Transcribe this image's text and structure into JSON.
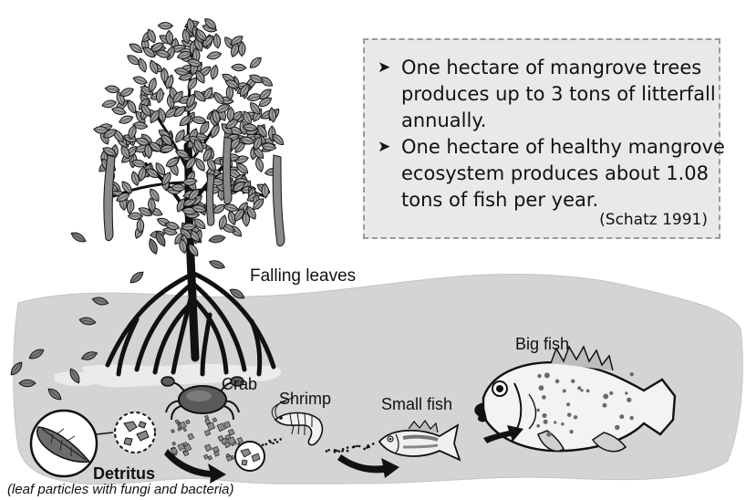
{
  "facts": {
    "items": [
      {
        "text": "One hectare of mangrove trees produces up to 3 tons of litterfall annually."
      },
      {
        "text": "One hectare of healthy mangrove ecosystem produces about 1.08 tons of fish per year."
      }
    ],
    "citation": "(Schatz 1991)",
    "bullet_icon": "arrowhead-bullet-icon"
  },
  "labels": {
    "falling_leaves": "Falling leaves",
    "crab": "Crab",
    "shrimp": "Shrimp",
    "small_fish": "Small fish",
    "big_fish": "Big fish",
    "detritus": "Detritus",
    "detritus_note": "(leaf particles with fungi and bacteria)"
  },
  "colors": {
    "ground": "#d4d4d4",
    "foliage": "#9c9c9c",
    "ink": "#111111",
    "box_fill": "#e9e9e9",
    "box_border": "#9a9a9a"
  }
}
